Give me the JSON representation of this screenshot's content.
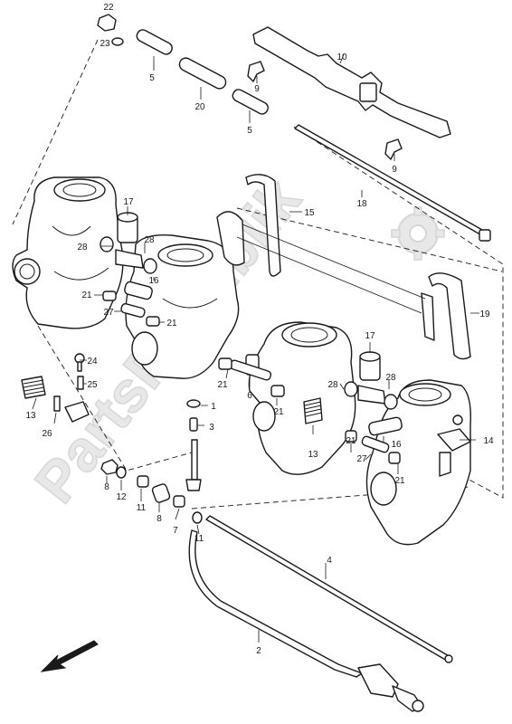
{
  "watermark": {
    "text": "PartsRepublik",
    "icon": "gear-icon"
  },
  "colors": {
    "line": "#1a1a1a",
    "background": "#ffffff",
    "watermark": "#d2d2d2"
  },
  "direction_indicator": {
    "icon": "arrow-front-left-icon"
  },
  "callouts": [
    {
      "id": "c-22",
      "text": "22"
    },
    {
      "id": "c-23",
      "text": "23"
    },
    {
      "id": "c-5a",
      "text": "5"
    },
    {
      "id": "c-20",
      "text": "20"
    },
    {
      "id": "c-5b",
      "text": "5"
    },
    {
      "id": "c-9a",
      "text": "9"
    },
    {
      "id": "c-10",
      "text": "10"
    },
    {
      "id": "c-9b",
      "text": "9"
    },
    {
      "id": "c-18",
      "text": "18"
    },
    {
      "id": "c-15",
      "text": "15"
    },
    {
      "id": "c-17a",
      "text": "17"
    },
    {
      "id": "c-28a",
      "text": "28"
    },
    {
      "id": "c-28b",
      "text": "28"
    },
    {
      "id": "c-16a",
      "text": "16"
    },
    {
      "id": "c-21a",
      "text": "21"
    },
    {
      "id": "c-27a",
      "text": "27"
    },
    {
      "id": "c-21b",
      "text": "21"
    },
    {
      "id": "c-19",
      "text": "19"
    },
    {
      "id": "c-17b",
      "text": "17"
    },
    {
      "id": "c-24",
      "text": "24"
    },
    {
      "id": "c-25",
      "text": "25"
    },
    {
      "id": "c-21c",
      "text": "21"
    },
    {
      "id": "c-6",
      "text": "6"
    },
    {
      "id": "c-21d",
      "text": "21"
    },
    {
      "id": "c-1",
      "text": "1"
    },
    {
      "id": "c-28c",
      "text": "28"
    },
    {
      "id": "c-28d",
      "text": "28"
    },
    {
      "id": "c-13a",
      "text": "13"
    },
    {
      "id": "c-26",
      "text": "26"
    },
    {
      "id": "c-3",
      "text": "3"
    },
    {
      "id": "c-13b",
      "text": "13"
    },
    {
      "id": "c-16b",
      "text": "16"
    },
    {
      "id": "c-14",
      "text": "14"
    },
    {
      "id": "c-21e",
      "text": "21"
    },
    {
      "id": "c-27b",
      "text": "27"
    },
    {
      "id": "c-21f",
      "text": "21"
    },
    {
      "id": "c-8a",
      "text": "8"
    },
    {
      "id": "c-12",
      "text": "12"
    },
    {
      "id": "c-11a",
      "text": "11"
    },
    {
      "id": "c-8b",
      "text": "8"
    },
    {
      "id": "c-7",
      "text": "7"
    },
    {
      "id": "c-11b",
      "text": "11"
    },
    {
      "id": "c-4",
      "text": "4"
    },
    {
      "id": "c-2",
      "text": "2"
    }
  ]
}
